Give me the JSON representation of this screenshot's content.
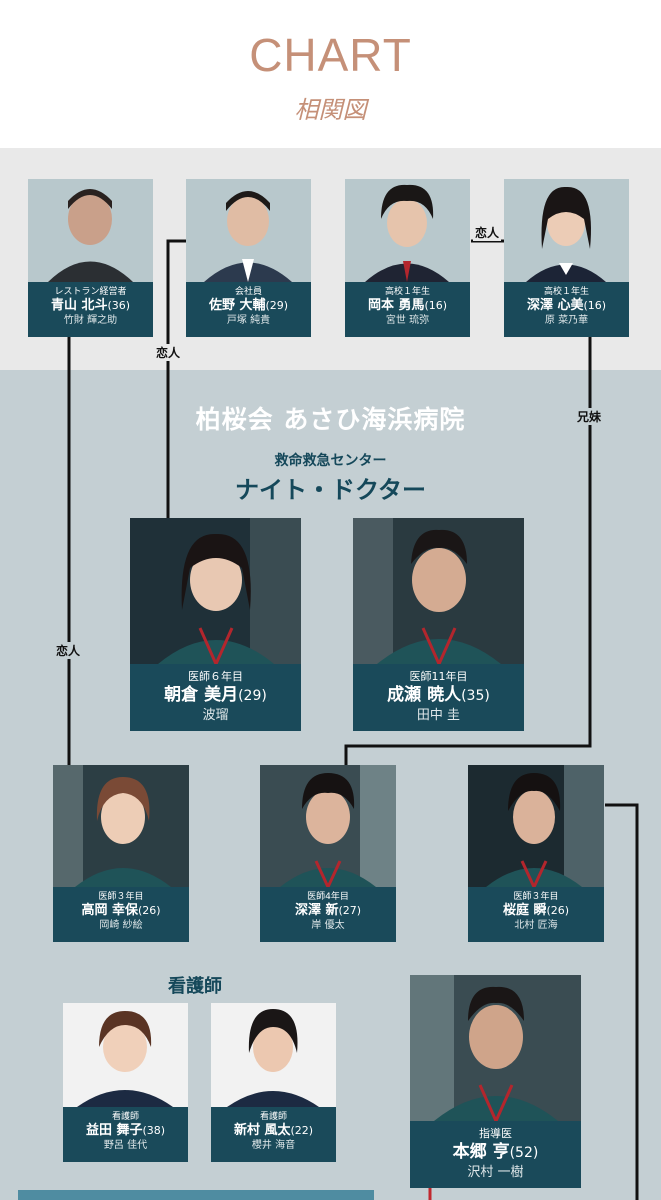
{
  "header": {
    "title": "CHART",
    "subtitle": "相関図"
  },
  "hospital": {
    "name": "柏桜会 あさひ海浜病院",
    "dept_sub": "救命救急センター",
    "dept_title": "ナイト・ドクター"
  },
  "nurse_label": "看護師",
  "relations": {
    "aoyama_lover": "恋人",
    "sano_lover": "恋人",
    "okamoto_lover": "恋人",
    "siblings": "兄妹"
  },
  "colors": {
    "accent": "#c59078",
    "caption_bg": "#1a4a5a",
    "band_top": "#e9e9e9",
    "band_main": "#c4cfd3"
  },
  "people": {
    "aoyama": {
      "role": "レストラン経営者",
      "name": "青山 北斗",
      "age": "(36)",
      "actor": "竹財 輝之助"
    },
    "sano": {
      "role": "会社員",
      "name": "佐野 大輔",
      "age": "(29)",
      "actor": "戸塚 純貴"
    },
    "okamoto": {
      "role": "高校１年生",
      "name": "岡本 勇馬",
      "age": "(16)",
      "actor": "宮世 琉弥"
    },
    "fukazawa_kokomi": {
      "role": "高校１年生",
      "name": "深澤 心美",
      "age": "(16)",
      "actor": "原 菜乃華"
    },
    "asakura": {
      "role": "医師６年目",
      "name": "朝倉 美月",
      "age": "(29)",
      "actor": "波瑠"
    },
    "naruse": {
      "role": "医師11年目",
      "name": "成瀬 暁人",
      "age": "(35)",
      "actor": "田中 圭"
    },
    "takaoka": {
      "role": "医師３年目",
      "name": "高岡 幸保",
      "age": "(26)",
      "actor": "岡崎 紗絵"
    },
    "fukazawa_arata": {
      "role": "医師4年目",
      "name": "深澤 新",
      "age": "(27)",
      "actor": "岸 優太"
    },
    "sakuraba": {
      "role": "医師３年目",
      "name": "桜庭 瞬",
      "age": "(26)",
      "actor": "北村 匠海"
    },
    "masuda": {
      "role": "看護師",
      "name": "益田 舞子",
      "age": "(38)",
      "actor": "野呂 佳代"
    },
    "niimura": {
      "role": "看護師",
      "name": "新村 風太",
      "age": "(22)",
      "actor": "櫻井 海音"
    },
    "hongo": {
      "role": "指導医",
      "name": "本郷 亨",
      "age": "(52)",
      "actor": "沢村 一樹"
    }
  }
}
